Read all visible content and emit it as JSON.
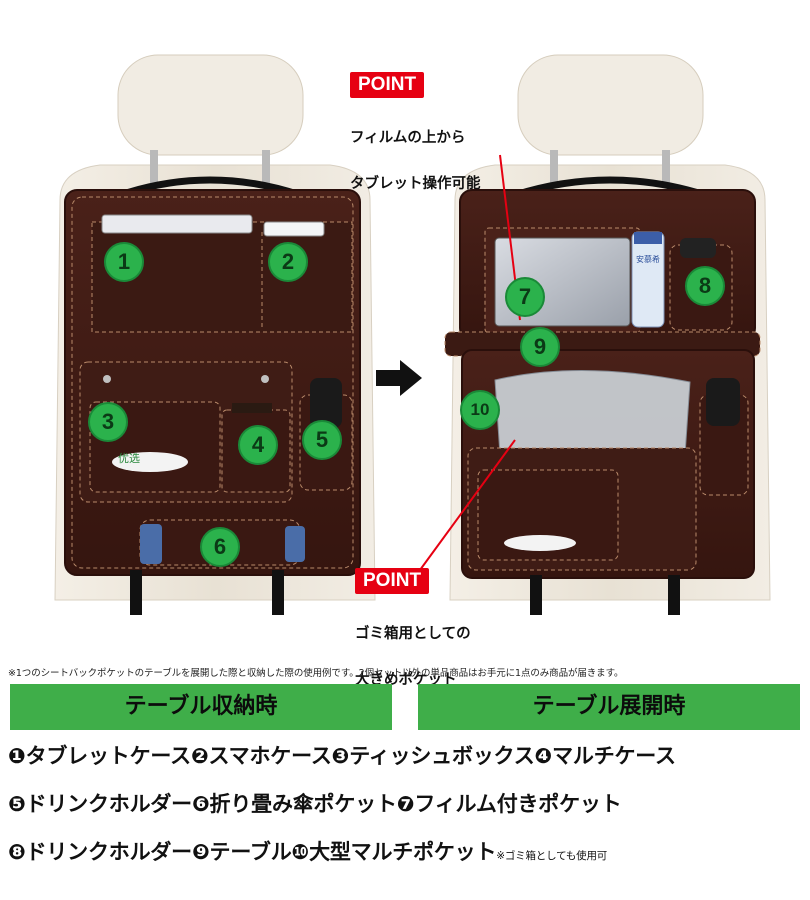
{
  "point_label": "POINT",
  "point_top": {
    "line1": "フィルムの上から",
    "line2": "タブレット操作可能"
  },
  "point_bottom": {
    "line1": "ゴミ箱用としての",
    "line2": "大きめポケット"
  },
  "badges": [
    "1",
    "2",
    "3",
    "4",
    "5",
    "6",
    "7",
    "8",
    "9",
    "10"
  ],
  "tissue_text": "优选",
  "bottle_text": "安慕希",
  "disclaimer": "※1つのシートバックポケットのテーブルを展開した際と収納した際の使用例です。2個セット以外の単品商品はお手元に1点のみ商品が届きます。",
  "left_bar": "テーブル収納時",
  "right_bar": "テーブル展開時",
  "features": {
    "line1": "❶タブレットケース❷スマホケース❸ティッシュボックス❹マルチケース",
    "line2": "❺ドリンクホルダー❻折り畳み傘ポケット❼フィルム付きポケット",
    "line3": "❽ドリンクホルダー❾テーブル❿大型マルチポケット",
    "line3_note": "※ゴミ箱としても使用可"
  },
  "colors": {
    "leather": "#3d1a14",
    "leather_dark": "#2a0f0b",
    "stitch": "#b98a6a",
    "seat": "#efe9df",
    "badge": "#2bb24c",
    "point_red": "#e60012",
    "bar_green": "#3fae49"
  }
}
